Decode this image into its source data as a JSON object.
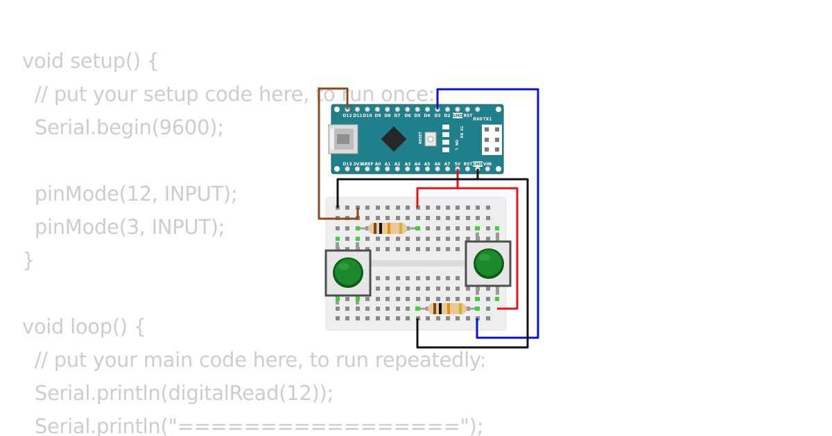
{
  "code": {
    "lines": [
      "void setup() {",
      "  // put your setup code here, to run once:",
      "  Serial.begin(9600);",
      "",
      "  pinMode(12, INPUT);",
      "  pinMode(3, INPUT);",
      "}",
      "",
      "void loop() {",
      "  // put your main code here, to run repeatedly:",
      "  Serial.println(digitalRead(12));",
      "  Serial.println(\"=================\");"
    ]
  },
  "board": {
    "top_pins": [
      "D12",
      "D11",
      "D10",
      "D9",
      "D8",
      "D7",
      "D6",
      "D5",
      "D4",
      "D3",
      "D2",
      "GND",
      "RST",
      "RX0",
      "TX1"
    ],
    "bottom_pins": [
      "D13",
      "3V3",
      "AREF",
      "A0",
      "A1",
      "A2",
      "A3",
      "A4",
      "A5",
      "A6",
      "A7",
      "5V",
      "RST",
      "GND",
      "VIN"
    ],
    "reset_label": "RESET",
    "led_labels": [
      "TX",
      "RX",
      "ON",
      "L"
    ]
  },
  "colors": {
    "code_text": "#cdcdcd",
    "board": "#1f7f8a",
    "wire_brown": "#8b4a1c",
    "wire_blue": "#0a14c8",
    "wire_red": "#e0141a",
    "wire_black": "#111111",
    "button_cap": "#1b8a2a",
    "breadboard": "#eeeeee"
  },
  "icons": [
    "usb-connector-icon",
    "microcontroller-chip-icon",
    "reset-button-icon",
    "resistor-icon",
    "pushbutton-icon"
  ]
}
